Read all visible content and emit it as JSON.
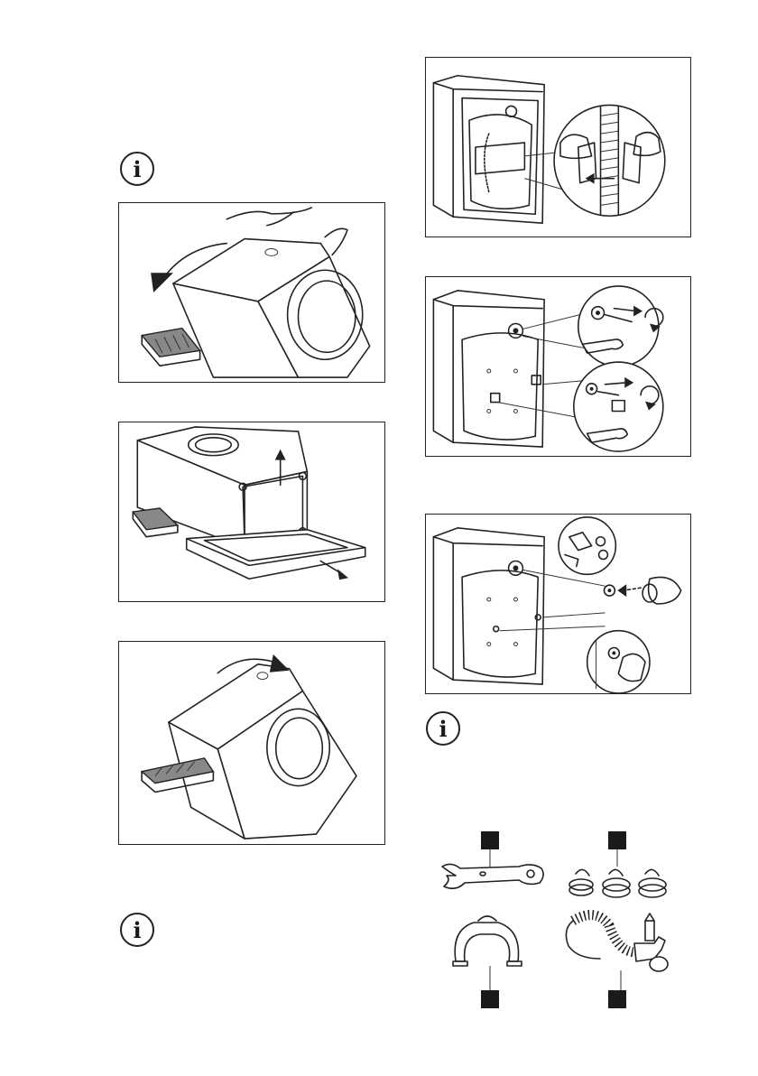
{
  "notes": [
    {
      "id": "note-1",
      "icon": "info-icon",
      "glyph": "i"
    },
    {
      "id": "note-2",
      "icon": "info-icon",
      "glyph": "i"
    },
    {
      "id": "note-3",
      "icon": "info-icon",
      "glyph": "i"
    }
  ],
  "figures": [
    "tilt-machine-back",
    "remove-base-tray",
    "tilt-machine-forward",
    "remove-hose-clamp",
    "remove-transit-bolts",
    "insert-plastic-caps"
  ],
  "parts": [
    "spanner",
    "plastic-caps",
    "hose-guide",
    "drain-hose"
  ],
  "colors": {
    "line": "#222222",
    "tray": "#888888",
    "label_box": "#1a1a1a"
  }
}
